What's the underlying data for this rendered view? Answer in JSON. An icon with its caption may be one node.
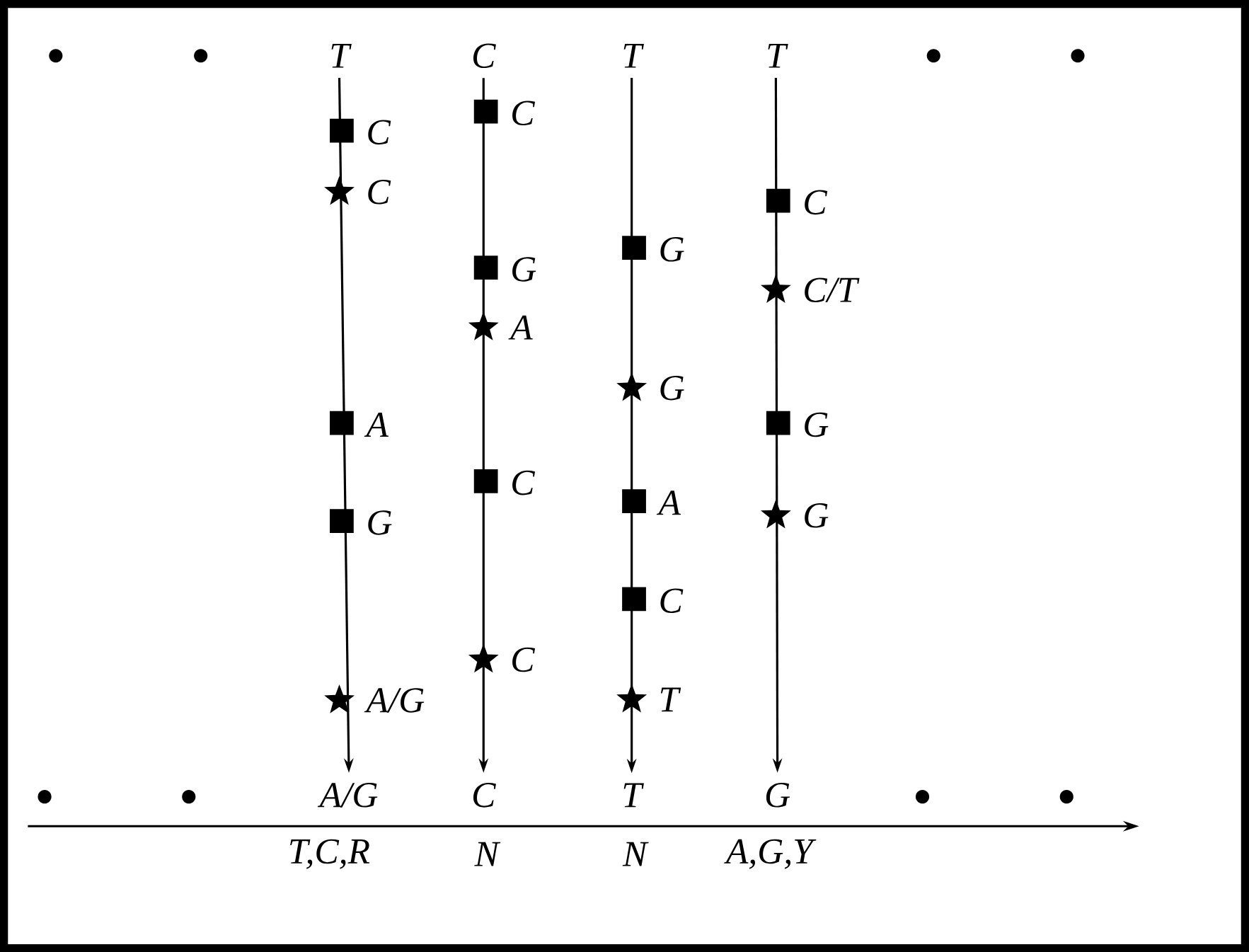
{
  "diagram": {
    "nodes": [
      {
        "text": [
          "T"
        ]
      },
      {
        "text": [
          "C"
        ]
      },
      {
        "text": [
          "T"
        ]
      },
      {
        "text": [
          "T"
        ]
      },
      {
        "text": [
          "A/G"
        ]
      },
      {
        "text": [
          "C"
        ]
      },
      {
        "text": [
          "T"
        ]
      },
      {
        "text": [
          "G"
        ]
      }
    ],
    "edges": [
      {
        "from": 0,
        "to": 4,
        "arrow": "to"
      },
      {
        "from": 1,
        "to": 5,
        "arrow": "to"
      },
      {
        "from": 2,
        "to": 6,
        "arrow": "to"
      },
      {
        "from": 3,
        "to": 7,
        "arrow": "to"
      }
    ],
    "labels": [
      "C",
      "C",
      "A",
      "G",
      "A/G",
      "C",
      "G",
      "A",
      "C",
      "C",
      "G",
      "G",
      "A",
      "C",
      "T",
      "C",
      "C/T",
      "G",
      "G",
      "T,C,R",
      "N",
      "N",
      "A,G,Y"
    ]
  }
}
